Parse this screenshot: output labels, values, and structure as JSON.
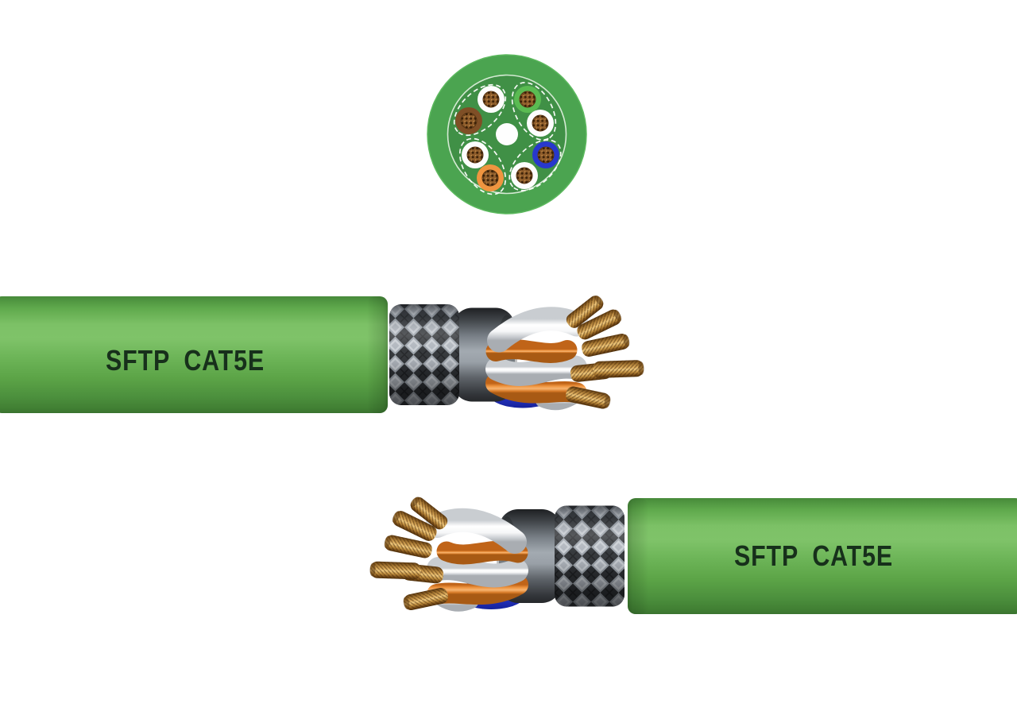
{
  "product": {
    "name": "SFTP CAT5E cable render",
    "print_text": "SFTP CAT5E"
  },
  "cables": {
    "top": {
      "print_text": "SFTP CAT5E",
      "orientation": "stripped-end-right"
    },
    "bottom": {
      "print_text": "SFTP CAT5E",
      "orientation": "stripped-end-left"
    }
  },
  "cross_section": {
    "pair_count": 4,
    "pairs": [
      {
        "position": "top-left",
        "wires": [
          "white",
          "brown"
        ]
      },
      {
        "position": "top-right",
        "wires": [
          "green",
          "white"
        ]
      },
      {
        "position": "bottom-left",
        "wires": [
          "white",
          "orange"
        ]
      },
      {
        "position": "bottom-right",
        "wires": [
          "blue",
          "white"
        ]
      }
    ],
    "center_filler": "white",
    "conductor_core": "stranded-copper"
  },
  "palette": {
    "background": "#FFFFFF",
    "jacket_green_mid": "#6DB558",
    "jacket_green_highlight": "#7FC369",
    "jacket_green_shadow": "#3A7330",
    "print_color": "#17301B",
    "braid_silver": "#C7CCD2",
    "foil_gray": "#9AA1A8",
    "wire_white": "#F6F7F8",
    "wire_orange": "#EF9540",
    "wire_blue": "#2838CC",
    "copper": "#D8A757",
    "xsec_jacket_green": "#4BA450",
    "xsec_inner_green": "#409046",
    "conductor_brown": "#7F4F26",
    "conductor_green": "#5ABB52"
  }
}
